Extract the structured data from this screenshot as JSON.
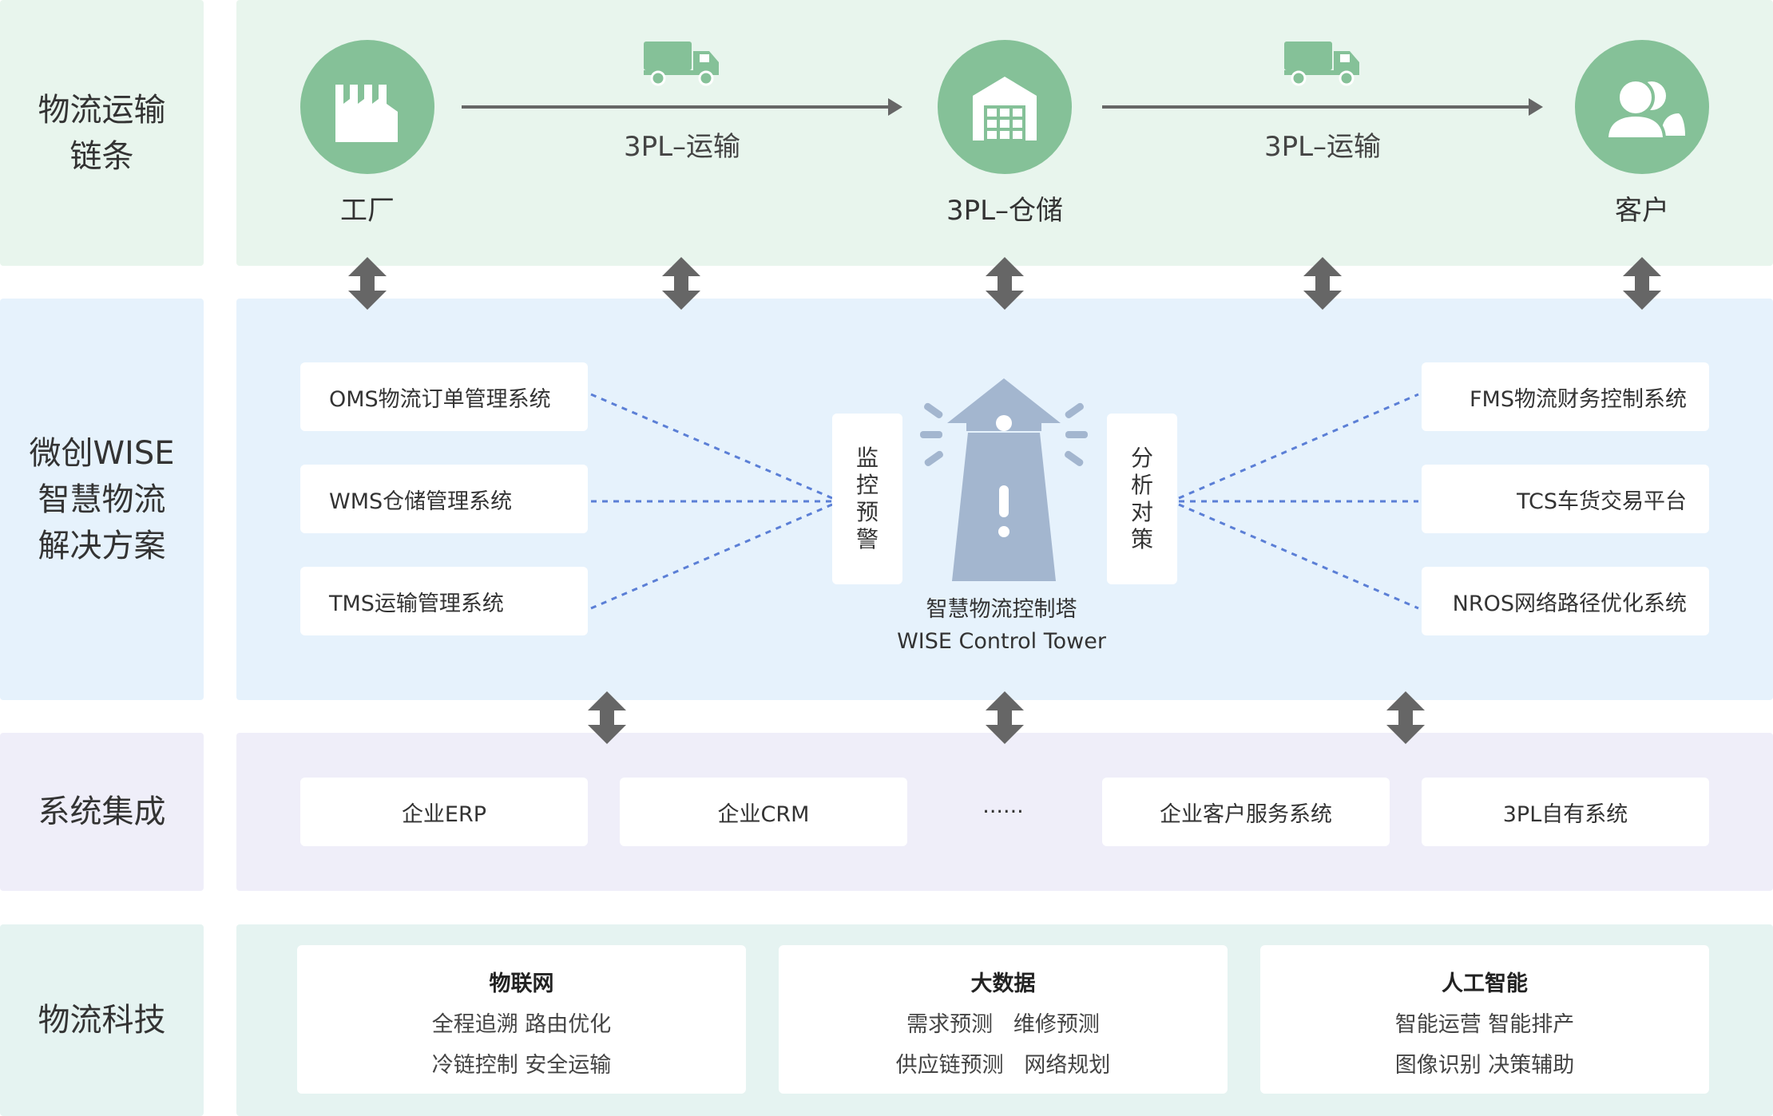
{
  "rows": {
    "chain": {
      "label_lines": [
        "物流运输",
        "链条"
      ],
      "bg": "#e8f5ed"
    },
    "solution": {
      "label_lines": [
        "微创WISE",
        "智慧物流",
        "解决方案"
      ],
      "bg": "#e6f2fc"
    },
    "integration": {
      "label_lines": [
        "系统集成"
      ],
      "bg": "#efeef9"
    },
    "tech": {
      "label_lines": [
        "物流科技"
      ],
      "bg": "#e5f3f1"
    }
  },
  "chain": {
    "nodes": [
      {
        "name": "工厂",
        "icon": "factory-icon"
      },
      {
        "name": "3PL–仓储",
        "icon": "warehouse-icon"
      },
      {
        "name": "客户",
        "icon": "customers-icon"
      }
    ],
    "flows": [
      {
        "label": "3PL–运输",
        "icon": "truck-icon"
      },
      {
        "label": "3PL–运输",
        "icon": "truck-icon"
      }
    ]
  },
  "solution": {
    "left_systems": [
      "OMS物流订单管理系统",
      "WMS仓储管理系统",
      "TMS运输管理系统"
    ],
    "right_systems": [
      "FMS物流财务控制系统",
      "TCS车货交易平台",
      "NROS网络路径优化系统"
    ],
    "left_tag": [
      "监",
      "控",
      "预",
      "警"
    ],
    "right_tag": [
      "分",
      "析",
      "对",
      "策"
    ],
    "tower": {
      "title": "智慧物流控制塔",
      "subtitle": "WISE Control Tower",
      "icon": "lighthouse-icon"
    }
  },
  "integration": {
    "items": [
      "企业ERP",
      "企业CRM",
      "......",
      "企业客户服务系统",
      "3PL自有系统"
    ]
  },
  "tech": {
    "cards": [
      {
        "title": "物联网",
        "line1": "全程追溯 路由优化",
        "line2": "冷链控制 安全运输"
      },
      {
        "title": "大数据",
        "line1": "需求预测   维修预测",
        "line2": "供应链预测   网络规划"
      },
      {
        "title": "人工智能",
        "line1": "智能运营 智能排产",
        "line2": "图像识别 决策辅助"
      }
    ]
  },
  "colors": {
    "node_green": "#85c198",
    "arrow_gray": "#666666",
    "dash_blue": "#5b7fd6",
    "tower_blue": "#a3b6cf"
  }
}
